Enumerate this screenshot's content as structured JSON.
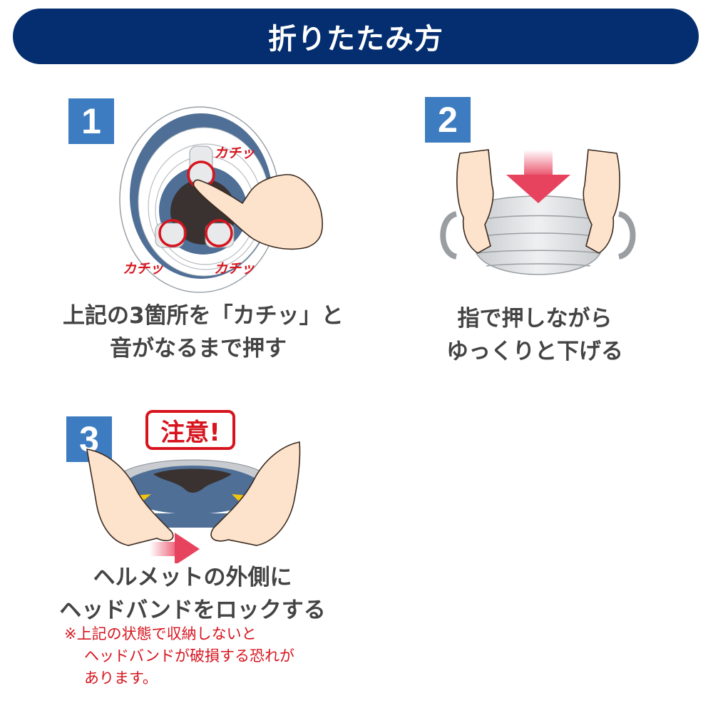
{
  "header": {
    "title": "折りたたみ方"
  },
  "steps": [
    {
      "number": "1",
      "illustration": "helmet-inner-three-lock-points-pressed-by-finger",
      "sound_labels": [
        "カチッ",
        "カチッ",
        "カチッ"
      ],
      "caption_lines": [
        "上記の3箇所を「カチッ」と",
        "音がなるまで押す"
      ]
    },
    {
      "number": "2",
      "illustration": "hands-pressing-folding-helmet-down-arrow",
      "caption_lines": [
        "指で押しながら",
        "ゆっくりと下げる"
      ]
    },
    {
      "number": "3",
      "illustration": "hands-locking-headband-outside-helmet-right-arrow",
      "caution_label": "注意!",
      "caption_lines": [
        "ヘルメットの外側に",
        "ヘッドバンドをロックする"
      ],
      "note_lines": [
        "※上記の状態で収納しないと",
        "ヘッドバンドが破損する恐れが",
        "あります。"
      ]
    }
  ],
  "colors": {
    "title_bar": "#042e6f",
    "step_badge": "#3d7cc0",
    "warning_red": "#d7141e",
    "caption_text": "#444444",
    "arrow_pink": "#e8435e",
    "skin": "#fde3cc",
    "helmet_blue": "#4f6f96",
    "helmet_gray": "#cfd3d6"
  }
}
